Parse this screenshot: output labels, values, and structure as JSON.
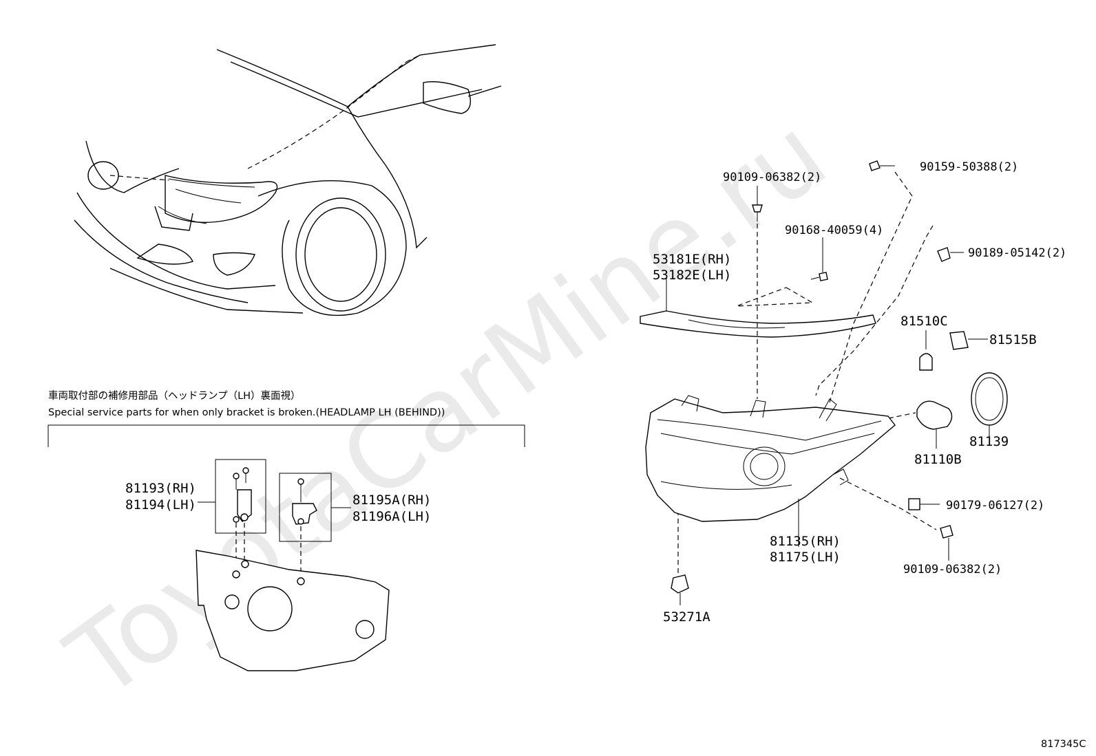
{
  "watermark": "ToyotaCarMine.ru",
  "diagram_id": "817345C",
  "inset": {
    "caption_jp": "車両取付部の補修用部品（ヘッドランプ（LH）裏面視）",
    "caption_en": "Special service parts for when only bracket is broken.(HEADLAMP LH (BEHIND))"
  },
  "labels": {
    "p81193": "81193(RH)",
    "p81194": "81194(LH)",
    "p81195A": "81195A(RH)",
    "p81196A": "81196A(LH)",
    "p90109_top": "90109-06382(2)",
    "p90159": "90159-50388(2)",
    "p90168": "90168-40059(4)",
    "p90189": "90189-05142(2)",
    "p53181E": "53181E(RH)",
    "p53182E": "53182E(LH)",
    "p81510C": "81510C",
    "p81515B": "81515B",
    "p81139": "81139",
    "p81110B": "81110B",
    "p90179": "90179-06127(2)",
    "p81135": "81135(RH)",
    "p81175": "81175(LH)",
    "p90109_bot": "90109-06382(2)",
    "p53271A": "53271A"
  }
}
